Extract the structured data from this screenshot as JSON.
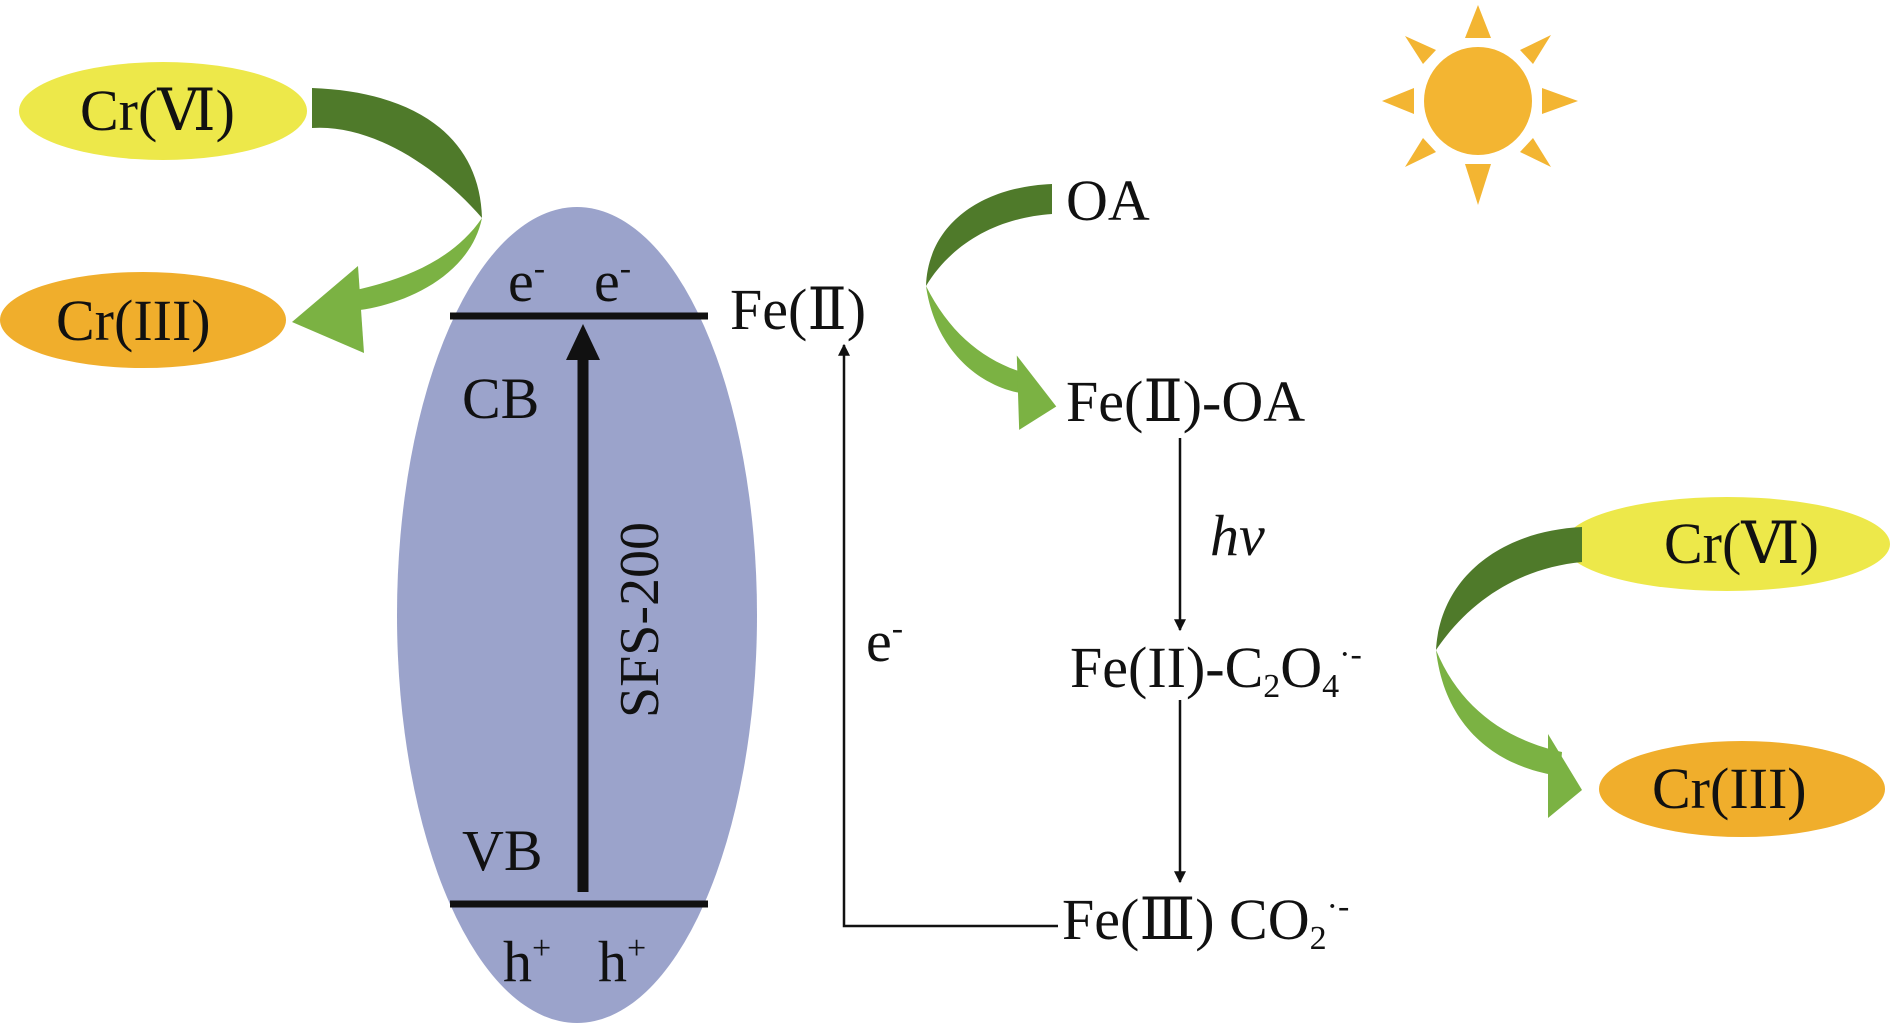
{
  "colors": {
    "ellipse": "#9BA3CB",
    "yellow": "#EDE84A",
    "orange": "#F0AE2C",
    "green_dark": "#4F7A2A",
    "green_light": "#7BB243",
    "sun": "#F3B532",
    "line": "#111111"
  },
  "semiconductor": {
    "name": "SFS-200",
    "cb": "CB",
    "vb": "VB",
    "electron": "e",
    "electron_sign": "-",
    "hole": "h",
    "hole_sign": "+"
  },
  "left": {
    "cr6_main": "Cr(",
    "cr6_num": "Ⅵ",
    "cr6_close": ")",
    "cr3": "Cr(III)"
  },
  "right": {
    "cr6_main": "Cr(",
    "cr6_num": "Ⅵ",
    "cr6_close": ")",
    "cr3": "Cr(III)"
  },
  "cycle": {
    "fe2": "Fe(Ⅱ)",
    "oa": "OA",
    "fe2_oa": "Fe(Ⅱ)-OA",
    "hv": "hv",
    "fe2_c2o4_a": "Fe(II)-C",
    "fe2_c2o4_sub2": "2",
    "fe2_c2o4_b": "O",
    "fe2_c2o4_sub4": "4",
    "fe2_c2o4_sup": "·-",
    "fe3_a": "Fe(Ⅲ) CO",
    "fe3_sub2": "2",
    "fe3_sup": "·-",
    "e_label": "e",
    "e_sign": "-"
  }
}
